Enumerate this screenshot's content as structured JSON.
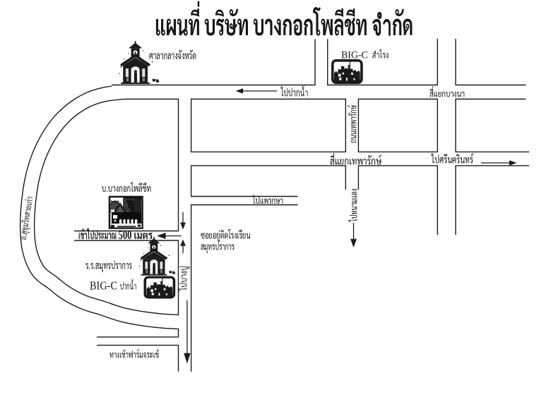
{
  "page": {
    "background": "#ffffff",
    "ink": "#1b1b1b",
    "kind": "scanned black-and-white location map"
  },
  "title": "แผนที่ บริษัท บางกอกโพลีชีท จำกัด",
  "landmarks": {
    "provincial_hall": {
      "label": "ศาลากลางจังหวัด",
      "icon": "schoolhouse-icon"
    },
    "big_c_samrong": {
      "name": "BIG-C",
      "branch": "สำโรง",
      "icon": "big-c-skyline-icon"
    },
    "company": {
      "label": "บ.บางกอกโพลีชีท",
      "icon": "company-photo"
    },
    "school": {
      "label": "ร.ร.สมุทรปราการ",
      "icon": "schoolhouse-icon"
    },
    "big_c_paknam": {
      "name": "BIG-C",
      "branch": "ปากน้ำ",
      "icon": "big-c-skyline-icon"
    }
  },
  "road_labels": {
    "to_paknam": "ไปปากน้ำ",
    "bangna_intersection": "สี่แยกบางนา",
    "thepharak_road": "ถนนเทพารักษ์",
    "thepharak_intersection": "สี่แยกเทพารักษ์",
    "to_srinakarin": "ไปศรีนครินทร์",
    "to_phraeksa": "ไปแพรกษา",
    "to_nam_daeng": "ไปหนามแดง",
    "to_bang_pu": "ไปบางปู",
    "old_sukhumvit_road": "ถ.สุขุมวิทสายเก่า",
    "crocodile_farm_entrance": "ทางเข้าฟาร์มจระเข้"
  },
  "annotations": {
    "entry_note": {
      "text": "เข้าไปประมาณ 500 เมตร",
      "prefix": "เข้าไปประมาณ",
      "distance": "500",
      "unit": "เมตร"
    },
    "soi_note_line1": "ซอยอยู่ติดโรงเรียน",
    "soi_note_line2": "สมุทรปราการ"
  }
}
